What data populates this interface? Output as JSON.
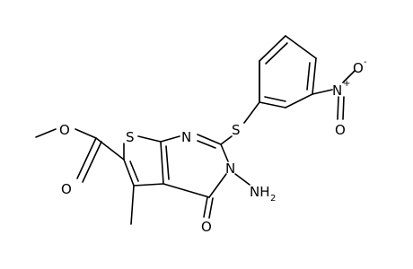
{
  "molecule": {
    "atoms": {
      "S_thiophene": "S",
      "N_ring_top": "N",
      "N_ring_amino": "N",
      "NH2": "NH",
      "NH2_sub": "2",
      "S_thioether": "S",
      "O_carbonyl": "O",
      "O_ester_top": "O",
      "O_ester_bottom": "O",
      "N_nitro": "N",
      "N_nitro_charge": "+",
      "O_nitro_top": "O",
      "O_nitro_top_charge": "-",
      "O_nitro_bottom": "O"
    }
  }
}
